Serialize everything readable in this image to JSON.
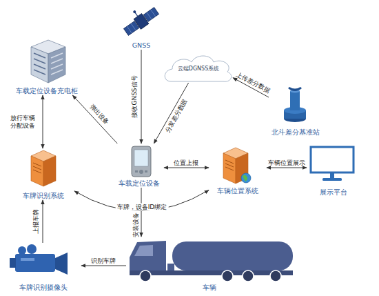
{
  "diagram": {
    "nodes": [
      {
        "text": [
          "GNSS"
        ]
      },
      {
        "text": [
          "云端DGNSS系统"
        ]
      },
      {
        "text": [
          "车载定位设备充电柜"
        ]
      },
      {
        "text": [
          "北斗差分基准站"
        ]
      },
      {
        "text": [
          "车牌识别系统"
        ]
      },
      {
        "text": [
          "车载定位设备"
        ]
      },
      {
        "text": [
          "车辆位置系统"
        ]
      },
      {
        "text": [
          "展示平台"
        ]
      },
      {
        "text": [
          "车牌识别摄像头"
        ]
      },
      {
        "text": [
          "车辆"
        ]
      }
    ],
    "edges": [
      {
        "from": 5,
        "to": 2,
        "label": "弹出设备",
        "arrow": "to"
      },
      {
        "from": 0,
        "to": 5,
        "label": "接收GNSS信号",
        "arrow": "to"
      },
      {
        "from": 1,
        "to": 5,
        "label": "分发差分数据",
        "arrow": "to"
      },
      {
        "from": 3,
        "to": 1,
        "label": "上传差分数据",
        "arrow": "to"
      },
      {
        "from": 5,
        "to": 6,
        "label": "位置上报",
        "arrow": "both"
      },
      {
        "from": 6,
        "to": 7,
        "label": "车辆位置展示",
        "arrow": "both"
      },
      {
        "from": 2,
        "to": 4,
        "label": "放行车辆 分配设备",
        "arrow": "both"
      },
      {
        "from": 8,
        "to": 4,
        "label": "上报车牌",
        "arrow": "to"
      },
      {
        "from": 9,
        "to": 8,
        "label": "识别车牌",
        "arrow": "to"
      },
      {
        "from": 5,
        "to": 9,
        "label": "安装设备",
        "arrow": "to"
      },
      {
        "from": 4,
        "to": 6,
        "label": "车牌，设备ID绑定",
        "arrow": "both"
      }
    ]
  }
}
